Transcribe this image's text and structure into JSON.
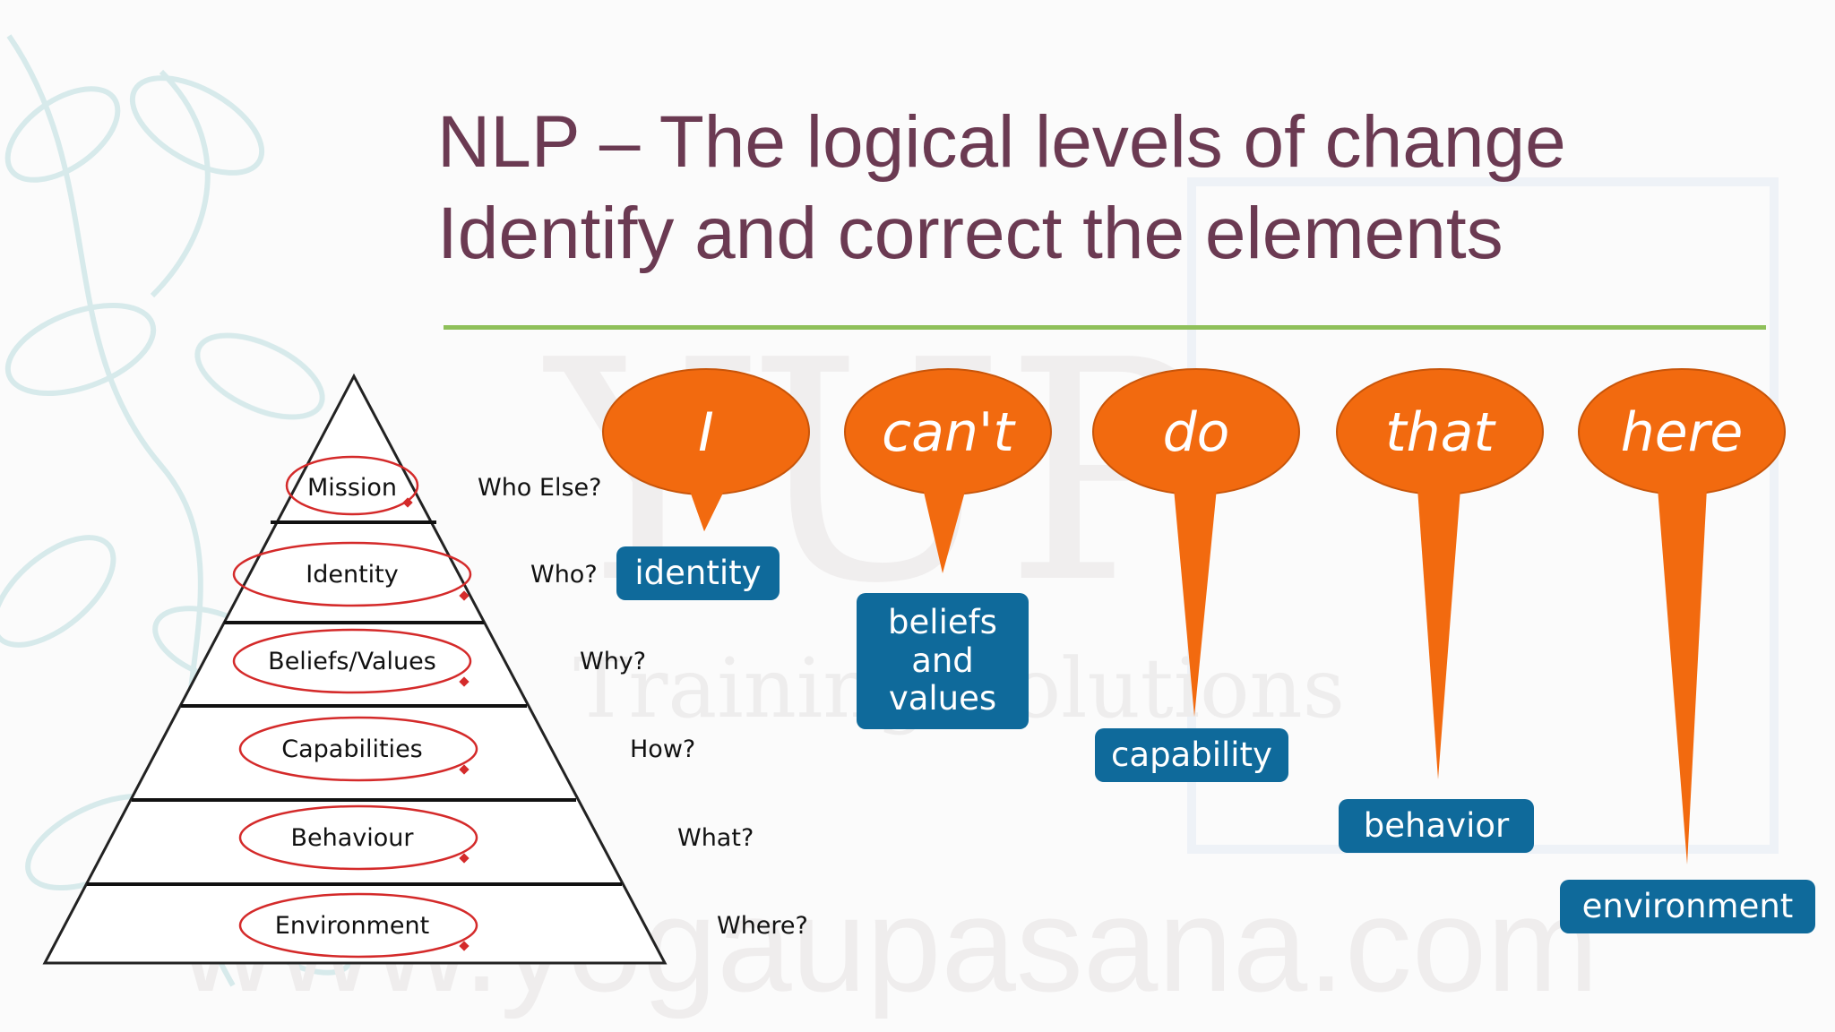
{
  "title": {
    "line1": "NLP – The logical levels of change",
    "line2": "Identify and correct the elements"
  },
  "watermark": {
    "url": "www.yogaupasana.com",
    "brand": "YUP",
    "tagline": "Training Solutions"
  },
  "pyramid": {
    "levels": [
      {
        "label": "Mission",
        "question": "Who Else?"
      },
      {
        "label": "Identity",
        "question": "Who?"
      },
      {
        "label": "Beliefs/Values",
        "question": "Why?"
      },
      {
        "label": "Capabilities",
        "question": "How?"
      },
      {
        "label": "Behaviour",
        "question": "What?"
      },
      {
        "label": "Environment",
        "question": "Where?"
      }
    ]
  },
  "bubbles": [
    {
      "word": "I",
      "level": "identity"
    },
    {
      "word": "can't",
      "level": "beliefs and values"
    },
    {
      "word": "do",
      "level": "capability"
    },
    {
      "word": "that",
      "level": "behavior"
    },
    {
      "word": "here",
      "level": "environment"
    }
  ],
  "colors": {
    "title": "#6b3a52",
    "divider": "#8fc05a",
    "bubble": "#f26a0f",
    "label_box": "#0f6a9b",
    "ellipse": "#d42a2a"
  }
}
